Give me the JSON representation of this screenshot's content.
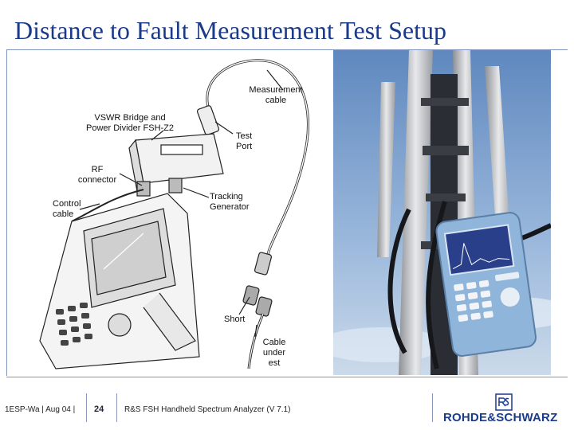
{
  "slide": {
    "title": "Distance to Fault Measurement Test Setup"
  },
  "diagram": {
    "labels": {
      "measurement_cable_line1": "Measurement",
      "measurement_cable_line2": "cable",
      "vswr_bridge_line1": "VSWR Bridge and",
      "vswr_bridge_line2": "Power Divider FSH-Z2",
      "test_port_line1": "Test",
      "test_port_line2": "Port",
      "rf_connector_line1": "RF",
      "rf_connector_line2": "connector",
      "control_cable_line1": "Control",
      "control_cable_line2": "cable",
      "tracking_generator_line1": "Tracking",
      "tracking_generator_line2": "Generator",
      "short": "Short",
      "cable_under_test_line1": "Cable",
      "cable_under_test_line2": "under",
      "cable_under_test_line3": "est"
    }
  },
  "footer": {
    "left_text": "1ESP-Wa | Aug 04 |",
    "page_number": "24",
    "caption": "R&S FSH Handheld Spectrum Analyzer (V 7.1)",
    "logo_text": "ROHDE&SCHWARZ"
  },
  "colors": {
    "title": "#1a3a8a",
    "rule": "#7f95c0",
    "logo": "#1a3a8a"
  }
}
